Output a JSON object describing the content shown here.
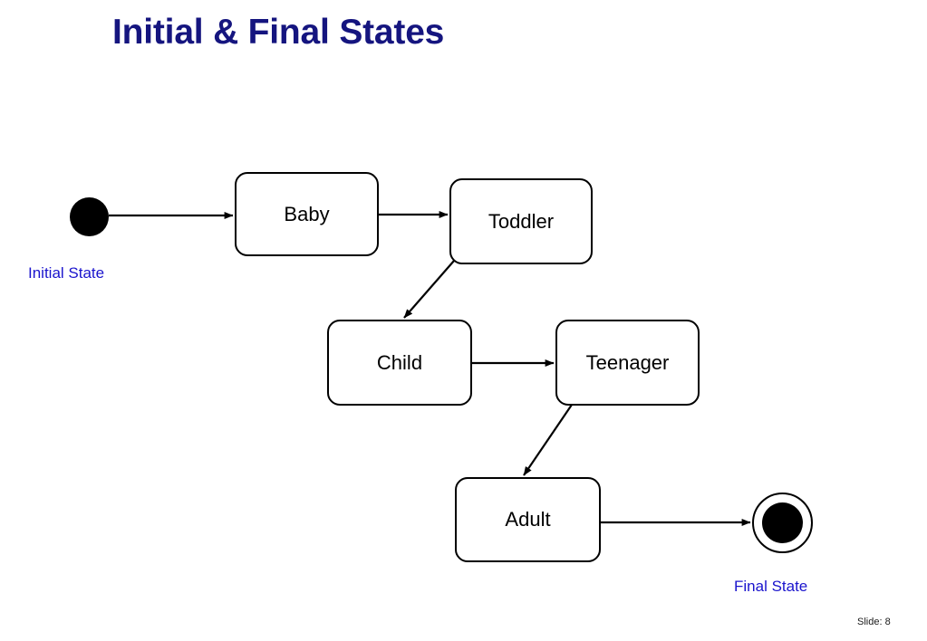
{
  "slide": {
    "title": "Initial & Final States",
    "number_label": "Slide: 8",
    "background_color": "#ffffff",
    "title_color": "#15157f"
  },
  "diagram": {
    "type": "uml-state-machine",
    "stroke_color": "#000000",
    "annotation_color": "#1a14cd",
    "states": [
      {
        "id": "baby",
        "label": "Baby"
      },
      {
        "id": "toddler",
        "label": "Toddler"
      },
      {
        "id": "child",
        "label": "Child"
      },
      {
        "id": "teenager",
        "label": "Teenager"
      },
      {
        "id": "adult",
        "label": "Adult"
      }
    ],
    "pseudostates": [
      {
        "id": "initial",
        "kind": "initial",
        "annotation": "Initial State"
      },
      {
        "id": "final",
        "kind": "final",
        "annotation": "Final State"
      }
    ],
    "transitions": [
      {
        "from": "initial",
        "to": "baby",
        "label": ""
      },
      {
        "from": "baby",
        "to": "toddler",
        "label": ""
      },
      {
        "from": "toddler",
        "to": "child",
        "label": ""
      },
      {
        "from": "child",
        "to": "teenager",
        "label": ""
      },
      {
        "from": "teenager",
        "to": "adult",
        "label": ""
      },
      {
        "from": "adult",
        "to": "final",
        "label": ""
      }
    ]
  }
}
